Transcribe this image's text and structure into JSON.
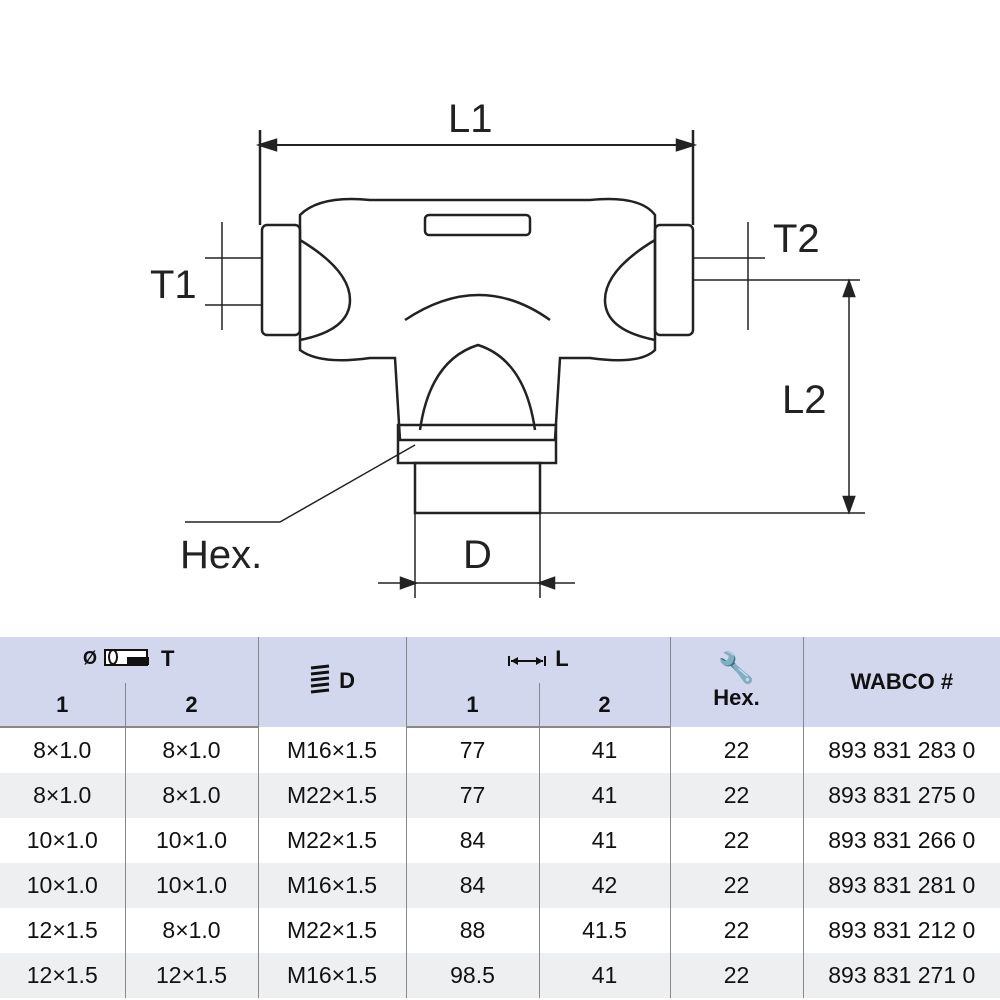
{
  "diagram": {
    "labels": {
      "l1": "L1",
      "l2": "L2",
      "t1": "T1",
      "t2": "T2",
      "hex": "Hex.",
      "d": "D"
    }
  },
  "table": {
    "header": {
      "t": "T",
      "d": "D",
      "l": "L",
      "hex": "Hex.",
      "wabco": "WABCO #",
      "t1": "1",
      "t2": "2",
      "l1": "1",
      "l2": "2"
    },
    "rows": [
      [
        "8×1.0",
        "8×1.0",
        "M16×1.5",
        "77",
        "41",
        "22",
        "893 831 283 0"
      ],
      [
        "8×1.0",
        "8×1.0",
        "M22×1.5",
        "77",
        "41",
        "22",
        "893 831 275 0"
      ],
      [
        "10×1.0",
        "10×1.0",
        "M22×1.5",
        "84",
        "41",
        "22",
        "893 831 266 0"
      ],
      [
        "10×1.0",
        "10×1.0",
        "M16×1.5",
        "84",
        "42",
        "22",
        "893 831 281 0"
      ],
      [
        "12×1.5",
        "8×1.0",
        "M22×1.5",
        "88",
        "41.5",
        "22",
        "893 831 212 0"
      ],
      [
        "12×1.5",
        "12×1.5",
        "M16×1.5",
        "98.5",
        "41",
        "22",
        "893 831 271 0"
      ]
    ]
  }
}
